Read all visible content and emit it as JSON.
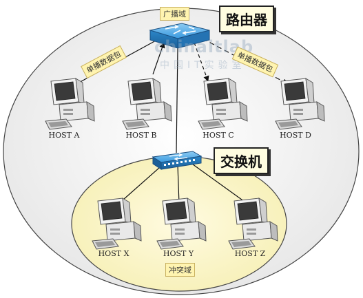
{
  "router": {
    "label": "路由器",
    "domain_label": "广播域"
  },
  "switch": {
    "label": "交换机",
    "domain_label": "冲突域"
  },
  "packets": {
    "unicast": "单播数据包"
  },
  "hosts_top": [
    "HOST A",
    "HOST B",
    "HOST C",
    "HOST D"
  ],
  "hosts_bottom": [
    "HOST X",
    "HOST Y",
    "HOST Z"
  ],
  "watermark": {
    "main": "chinaitlab",
    "sub": "中国IT实验室"
  },
  "colors": {
    "outer_ellipse": "#ececec",
    "inner_ellipse": "#fbf6c6",
    "device_blue": "#2c8fd6",
    "tag_fill": "#fff4b0",
    "box_fill": "#fffde0"
  },
  "icons": {
    "router": "router-icon",
    "switch": "switch-icon",
    "host": "computer-icon"
  }
}
